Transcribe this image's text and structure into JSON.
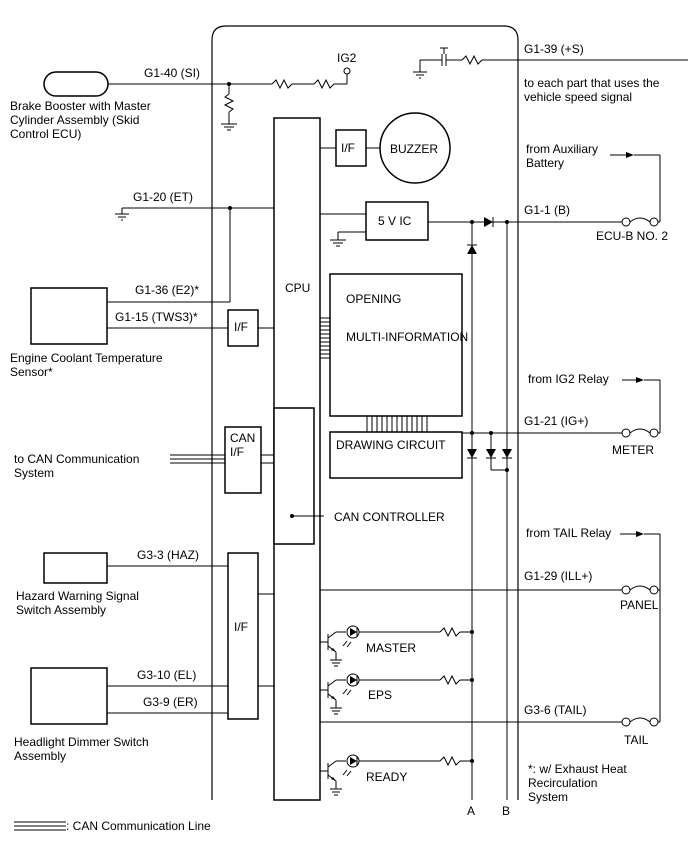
{
  "pins": {
    "si": "G1-40 (SI)",
    "ig2": "IG2",
    "s_plus": "G1-39 (+S)",
    "et": "G1-20 (ET)",
    "b": "G1-1 (B)",
    "e2": "G1-36 (E2)*",
    "tws3": "G1-15 (TWS3)*",
    "ig_plus": "G1-21 (IG+)",
    "haz": "G3-3 (HAZ)",
    "ill_plus": "G1-29 (ILL+)",
    "el": "G3-10 (EL)",
    "er": "G3-9 (ER)",
    "tail": "G3-6 (TAIL)"
  },
  "components": {
    "brake_booster": [
      "Brake Booster with Master",
      "Cylinder Assembly (Skid",
      "Control ECU)"
    ],
    "engine_coolant": [
      "Engine Coolant Temperature",
      "Sensor*"
    ],
    "can_system": [
      "to CAN Communication",
      "System"
    ],
    "hazard_switch": [
      "Hazard Warning Signal",
      "Switch Assembly"
    ],
    "headlight_switch": [
      "Headlight Dimmer Switch",
      "Assembly"
    ]
  },
  "blocks": {
    "if_top": "I/F",
    "buzzer": "BUZZER",
    "ic5v": "5 V IC",
    "cpu": "CPU",
    "if_mid": "I/F",
    "opening": "OPENING",
    "multi_info": "MULTI-INFORMATION",
    "drawing": "DRAWING CIRCUIT",
    "can_if": [
      "CAN",
      "I/F"
    ],
    "can_controller": "CAN CONTROLLER",
    "if_low": "I/F"
  },
  "sources": {
    "speed_signal": [
      "to each part that uses the",
      "vehicle speed signal"
    ],
    "aux_battery": [
      "from Auxiliary",
      "Battery"
    ],
    "ecu_b": "ECU-B NO. 2",
    "ig2_relay": "from IG2 Relay",
    "meter": "METER",
    "tail_relay": "from TAIL Relay",
    "panel": "PANEL",
    "tail_fuse": "TAIL"
  },
  "indicators": {
    "master": "MASTER",
    "eps": "EPS",
    "ready": "READY"
  },
  "bus": {
    "a": "A",
    "b": "B"
  },
  "notes": {
    "footnote": [
      "*: w/ Exhaust Heat",
      "Recirculation",
      "System"
    ],
    "legend": ": CAN Communication Line"
  }
}
